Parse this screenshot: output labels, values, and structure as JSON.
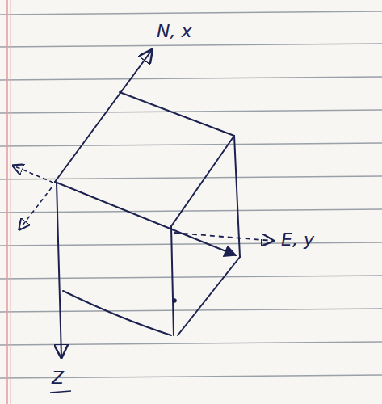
{
  "diagram": {
    "labels": [
      "N, x",
      "E, y",
      "Z"
    ]
  }
}
